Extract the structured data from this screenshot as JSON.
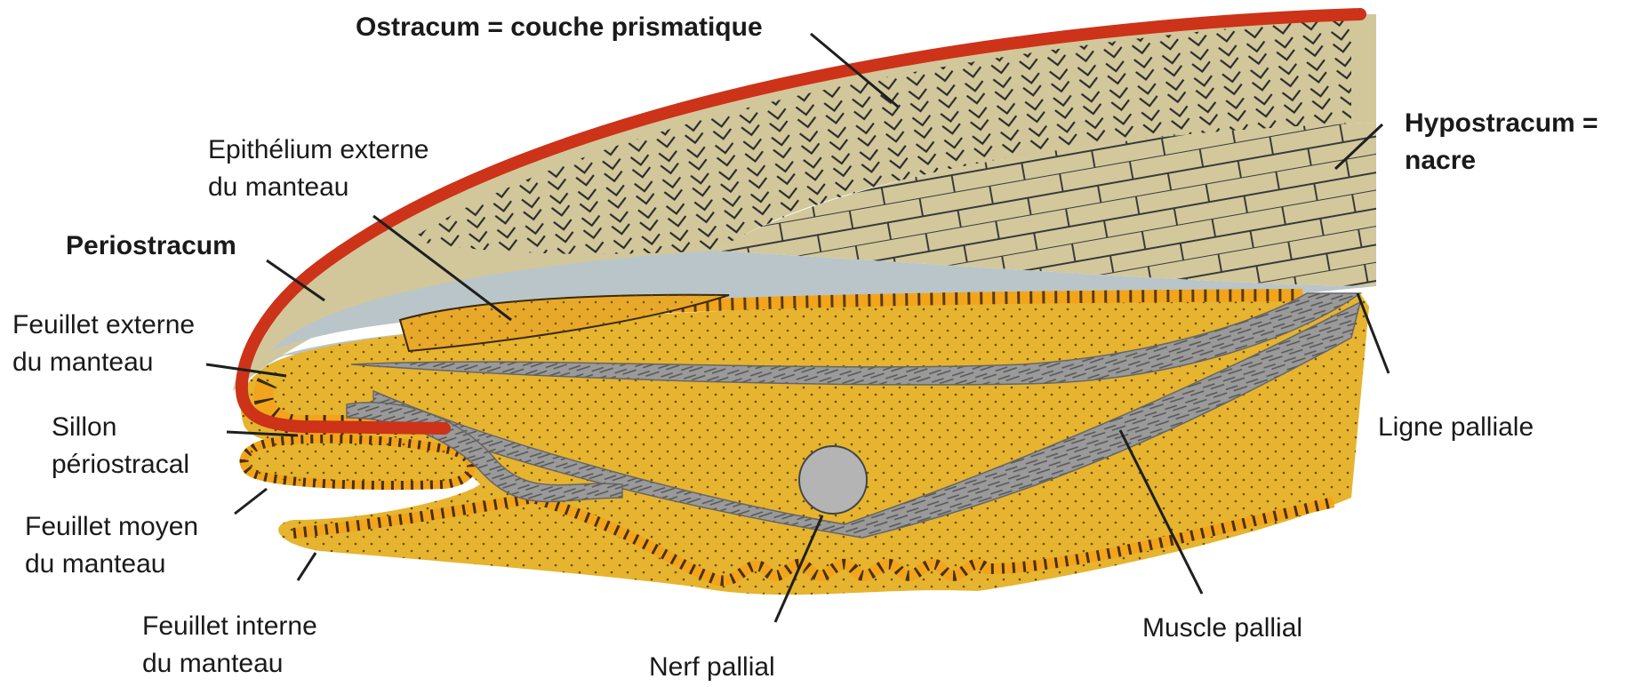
{
  "labels": {
    "ostracum": "Ostracum = couche prismatique",
    "hypostracum_line1": "Hypostracum =",
    "hypostracum_line2": "nacre",
    "epithelium_line1": "Epithélium externe",
    "epithelium_line2": "du manteau",
    "periostracum": "Periostracum",
    "feuillet_externe_line1": "Feuillet externe",
    "feuillet_externe_line2": "du manteau",
    "sillon_line1": "Sillon",
    "sillon_line2": "périostracal",
    "feuillet_moyen_line1": "Feuillet moyen",
    "feuillet_moyen_line2": "du manteau",
    "feuillet_interne_line1": "Feuillet interne",
    "feuillet_interne_line2": "du manteau",
    "nerf": "Nerf pallial",
    "ligne": "Ligne palliale",
    "muscle": "Muscle pallial"
  },
  "colors": {
    "periostracum": "#cc3318",
    "ostracum": "#d1c79b",
    "hypostracum": "#d2c89c",
    "extrapallial_space": "#b9c5c8",
    "mantle_tissue": "#e6b42e",
    "epithelium_cells": "#f2a51c",
    "muscle": "#9e9e9e",
    "nerve": "#b4b4b4",
    "leader_lines": "#1f1f1f"
  }
}
